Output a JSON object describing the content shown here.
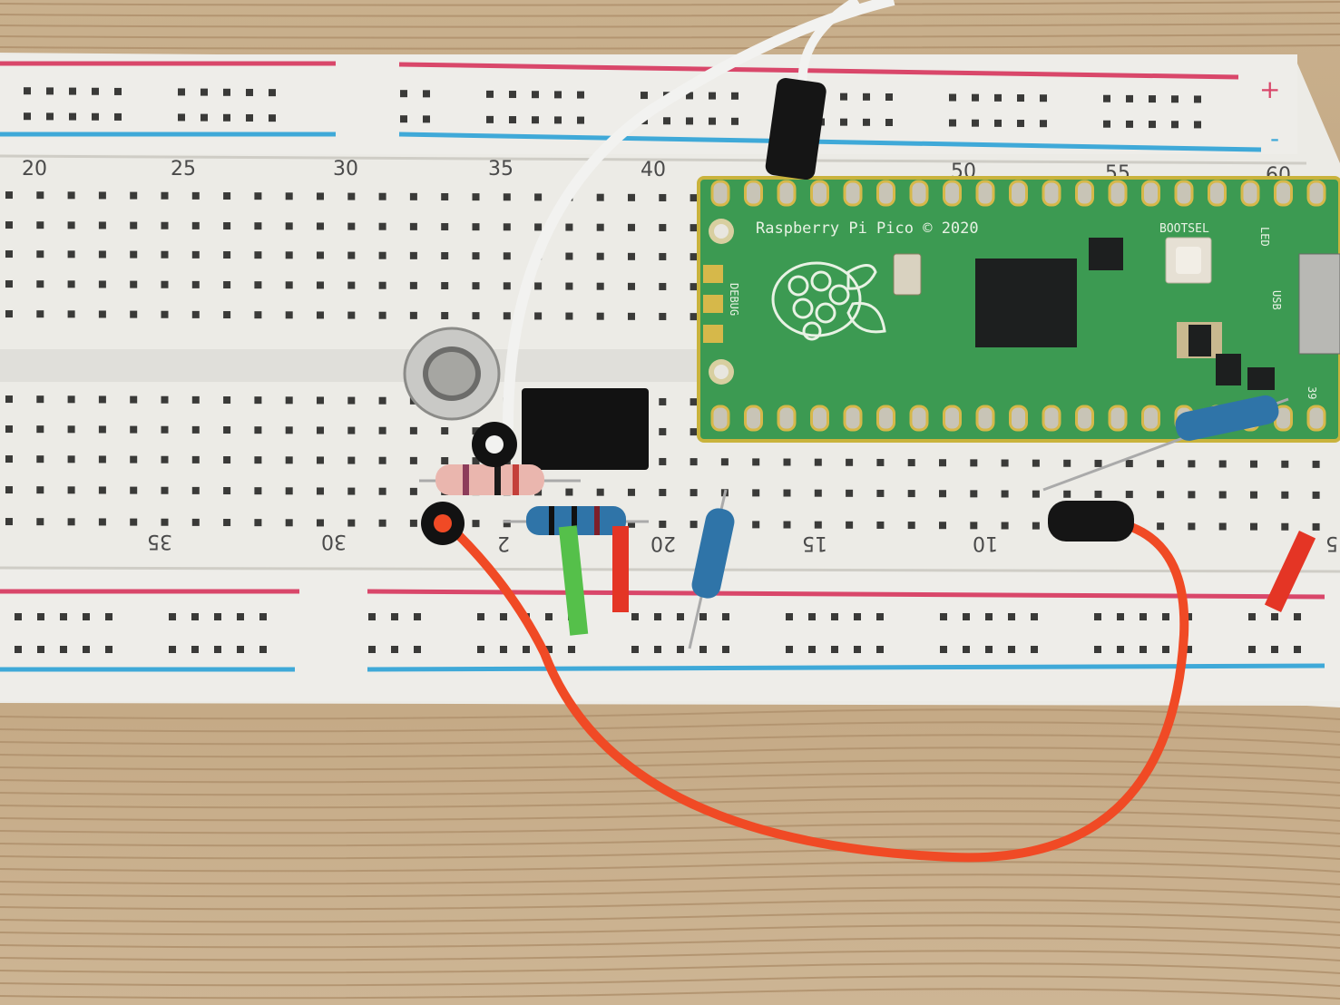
{
  "breadboard": {
    "top_column_numbers": [
      "20",
      "25",
      "30",
      "35",
      "40",
      "50",
      "55",
      "60"
    ],
    "bottom_column_numbers": [
      "35",
      "30",
      "2",
      "20",
      "15",
      "10",
      "5"
    ],
    "rail_plus": "+",
    "rail_minus": "-"
  },
  "pico": {
    "board_label": "Raspberry Pi Pico © 2020",
    "bootsel_label": "BOOTSEL",
    "led_label": "LED",
    "usb_label": "USB",
    "debug_label": "DEBUG",
    "pin_label": "39"
  },
  "colors": {
    "wood": "#c7ad8a",
    "breadboard": "#ecebe6",
    "rail_red": "#d9476a",
    "rail_blue": "#3fa9d8",
    "pcb_green": "#3c9a52",
    "orange_wire": "#f04a25",
    "white_wire": "#f2f2f0"
  }
}
